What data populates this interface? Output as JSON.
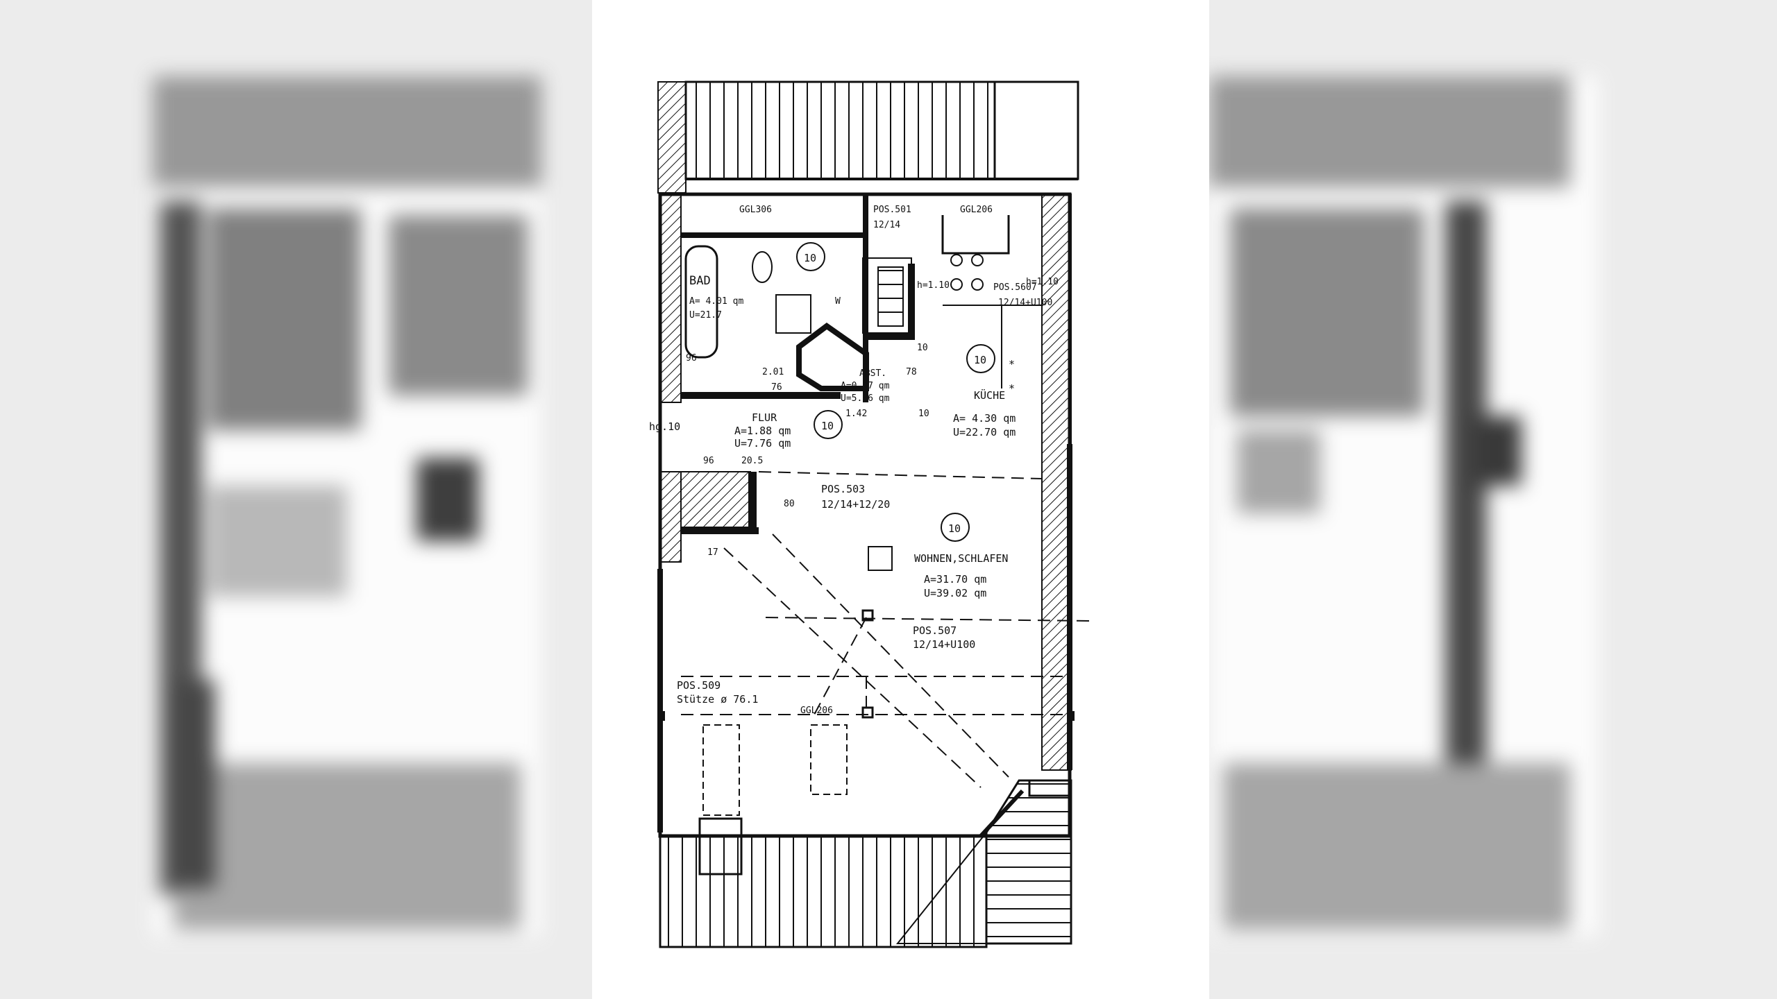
{
  "plan": {
    "rooms": {
      "bad": {
        "name": "BAD",
        "area": "A= 4.01 qm",
        "perimeter": "U=21.7"
      },
      "abst": {
        "name": "ABST.",
        "area": "A=0.77 qm",
        "perimeter": "U=5.96 qm"
      },
      "kueche": {
        "name": "KÜCHE",
        "area": "A= 4.30 qm",
        "perimeter": "U=22.70 qm"
      },
      "flur": {
        "name": "FLUR",
        "area": "A=1.88 qm",
        "perimeter": "U=7.76 qm"
      },
      "wohnen": {
        "name": "WOHNEN,SCHLAFEN",
        "area": "A=31.70 qm",
        "perimeter": "U=39.02 qm"
      }
    },
    "annotations": {
      "ggl306": "GGL306",
      "pos501": "POS.501",
      "pos501_dim": "12/14",
      "ggl206_top": "GGL206",
      "pos5607": "POS.5607",
      "pos5607_dim": "12/14+U100",
      "pos503": "POS.503",
      "pos503_dim": "12/14+12/20",
      "pos507": "POS.507",
      "pos507_dim": "12/14+U100",
      "pos509": "POS.509",
      "stuetze": "Stütze ø 76.1",
      "ggl206_bottom": "GGL206",
      "hg10": "hg.10",
      "w_label": "W"
    },
    "dimensions": {
      "d_76": "76",
      "d_201": "2.01",
      "d_96a": "96",
      "d_96b": "96",
      "d_205": "20.5",
      "d_142": "1.42",
      "d_10a": "10",
      "d_10b": "10",
      "d_78": "78",
      "d_80": "80",
      "d_17": "17",
      "d_h110": "h=1.10",
      "d_h110b": "h=1.10"
    },
    "markers": {
      "m_bad": "10",
      "m_kueche": "10",
      "m_flur": "10",
      "m_wohnen": "10"
    }
  }
}
